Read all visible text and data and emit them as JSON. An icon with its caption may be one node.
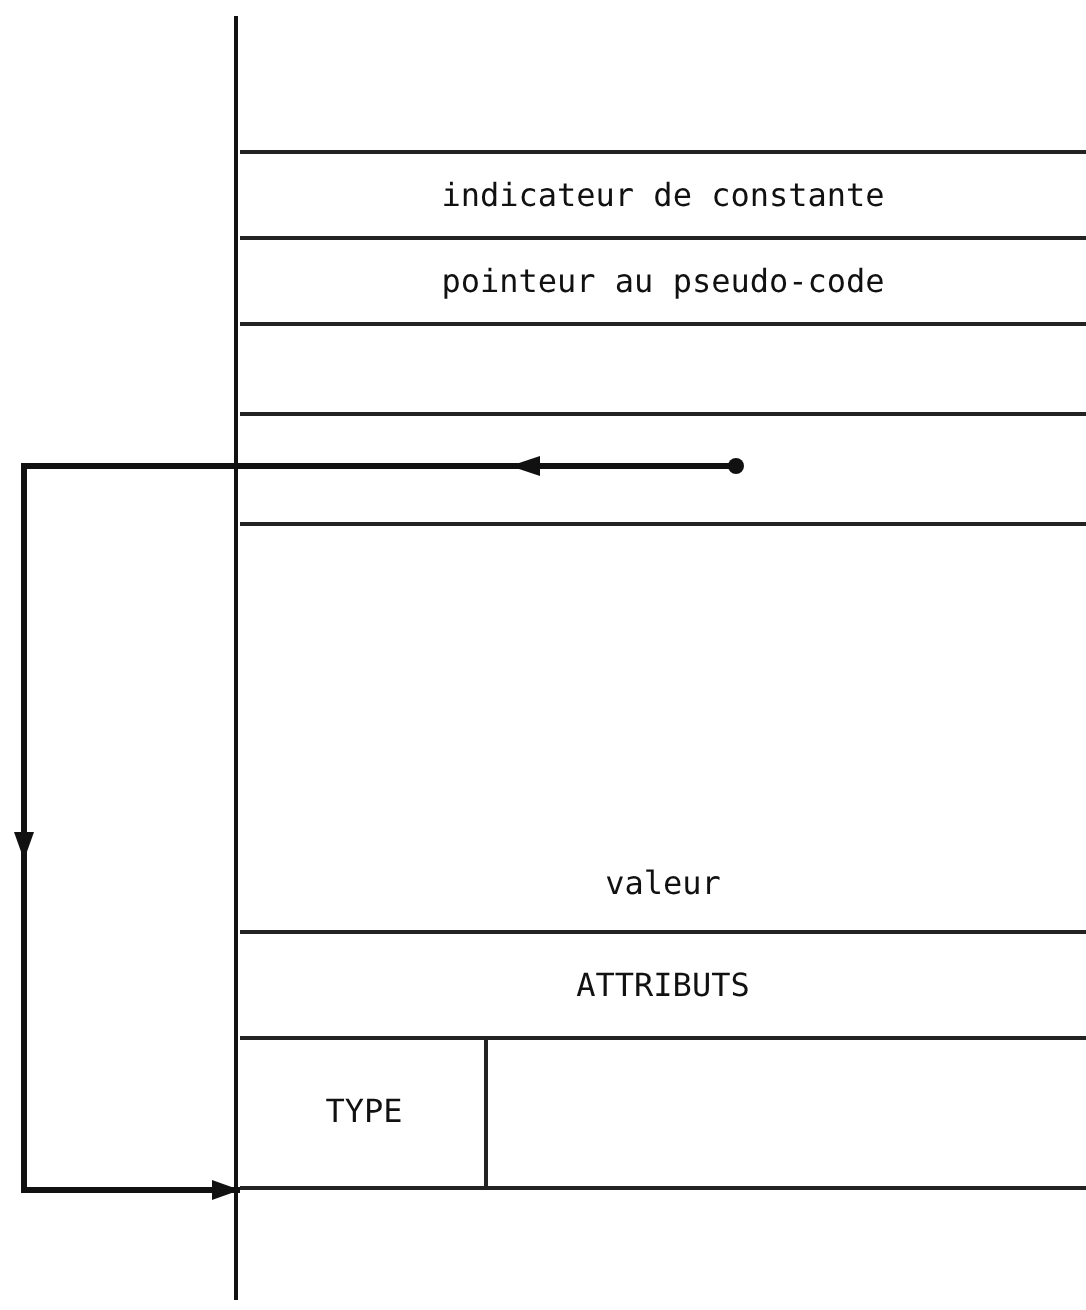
{
  "diagram": {
    "nodes": [
      {
        "text": [
          "indicateur de constante"
        ]
      },
      {
        "text": [
          "pointeur au pseudo-code"
        ]
      },
      {
        "text": [],
        "shape": "box"
      },
      {
        "text": [
          "valeur"
        ]
      },
      {
        "text": [
          "ATTRIBUTS"
        ]
      },
      {
        "text": [
          "TYPE"
        ]
      },
      {
        "text": [],
        "shape": "box"
      }
    ],
    "edges": [
      {
        "from": 2,
        "to": 5,
        "arrow": "to"
      }
    ]
  }
}
